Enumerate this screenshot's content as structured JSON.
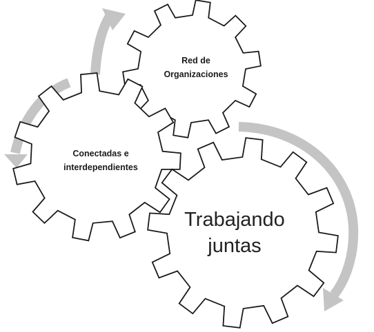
{
  "gears": {
    "red": {
      "line1": "Red de",
      "line2": "Organizaciones"
    },
    "conectadas": {
      "line1": "Conectadas e",
      "line2": "interdependientes"
    },
    "trabajando": {
      "line1": "Trabajando",
      "line2": "juntas"
    }
  },
  "colors": {
    "gear_stroke": "#1a1a1a",
    "gear_fill": "#ffffff",
    "arrow": "#c4c4c4"
  }
}
